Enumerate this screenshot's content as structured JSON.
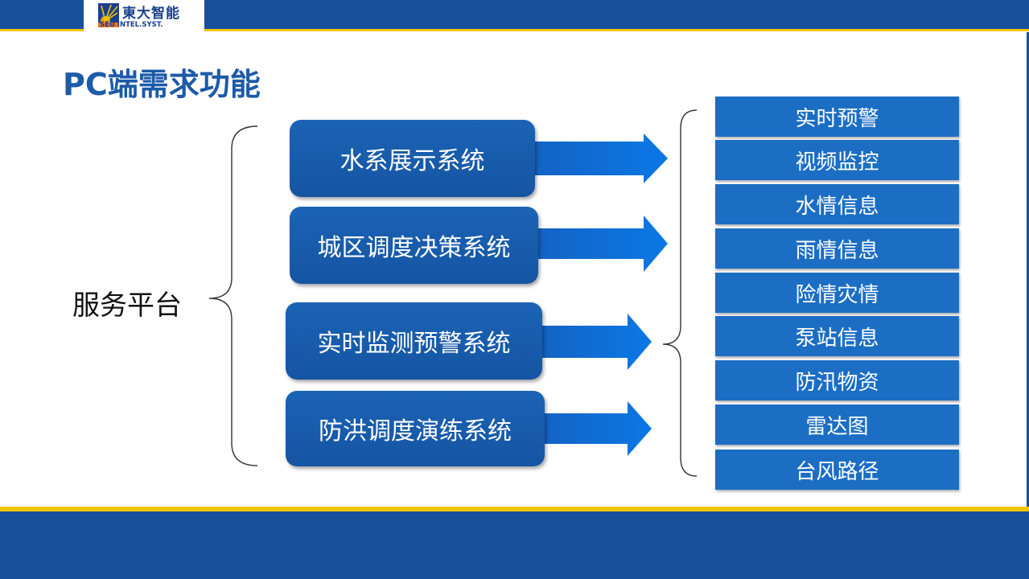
{
  "logo": {
    "name_cn": "東大智能",
    "name_en": "SEU INTEL.SYST."
  },
  "title": "PC端需求功能",
  "platform_label": "服务平台",
  "systems": [
    {
      "label": "水系展示系统"
    },
    {
      "label": "城区调度决策系统"
    },
    {
      "label": "实时监测预警系统"
    },
    {
      "label": "防洪调度演练系统"
    }
  ],
  "functions": [
    {
      "label": "实时预警"
    },
    {
      "label": "视频监控"
    },
    {
      "label": "水情信息"
    },
    {
      "label": "雨情信息"
    },
    {
      "label": "险情灾情"
    },
    {
      "label": "泵站信息"
    },
    {
      "label": "防汛物资"
    },
    {
      "label": "雷达图"
    },
    {
      "label": "台风路径"
    }
  ],
  "colors": {
    "header_blue": "#1a4f9c",
    "accent_yellow": "#f2c500",
    "box_blue": "#1c6ec4",
    "title_blue": "#1d5aa8"
  }
}
